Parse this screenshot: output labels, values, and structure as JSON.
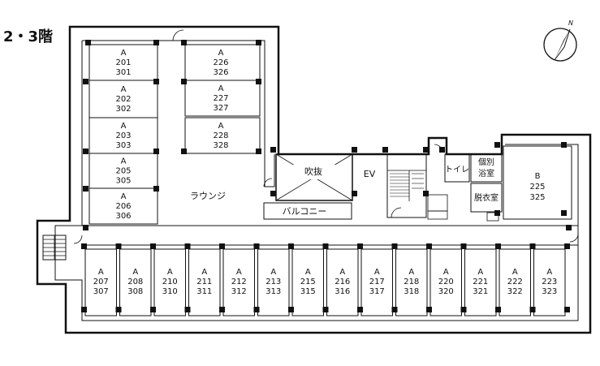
{
  "floor_label": "2・3階",
  "compass_label": "N",
  "labels": {
    "fukinuke": "吹抜",
    "ev": "EV",
    "toilet": "トイレ",
    "kobetsu_line1": "個別",
    "kobetsu_line2": "浴室",
    "datsuishitsu": "脱衣室",
    "lounge": "ラウンジ",
    "balcony": "バルコニー"
  },
  "rooms_left_column": [
    {
      "type": "A",
      "floor2": "201",
      "floor3": "301"
    },
    {
      "type": "A",
      "floor2": "202",
      "floor3": "302"
    },
    {
      "type": "A",
      "floor2": "203",
      "floor3": "303"
    },
    {
      "type": "A",
      "floor2": "205",
      "floor3": "305"
    },
    {
      "type": "A",
      "floor2": "206",
      "floor3": "306"
    }
  ],
  "rooms_middle_column": [
    {
      "type": "A",
      "floor2": "226",
      "floor3": "326"
    },
    {
      "type": "A",
      "floor2": "227",
      "floor3": "327"
    },
    {
      "type": "A",
      "floor2": "228",
      "floor3": "328"
    }
  ],
  "room_b": {
    "type": "B",
    "floor2": "225",
    "floor3": "325"
  },
  "rooms_bottom_row": [
    {
      "type": "A",
      "floor2": "207",
      "floor3": "307"
    },
    {
      "type": "A",
      "floor2": "208",
      "floor3": "308"
    },
    {
      "type": "A",
      "floor2": "210",
      "floor3": "310"
    },
    {
      "type": "A",
      "floor2": "211",
      "floor3": "311"
    },
    {
      "type": "A",
      "floor2": "212",
      "floor3": "312"
    },
    {
      "type": "A",
      "floor2": "213",
      "floor3": "313"
    },
    {
      "type": "A",
      "floor2": "215",
      "floor3": "315"
    },
    {
      "type": "A",
      "floor2": "216",
      "floor3": "316"
    },
    {
      "type": "A",
      "floor2": "217",
      "floor3": "317"
    },
    {
      "type": "A",
      "floor2": "218",
      "floor3": "318"
    },
    {
      "type": "A",
      "floor2": "220",
      "floor3": "320"
    },
    {
      "type": "A",
      "floor2": "221",
      "floor3": "321"
    },
    {
      "type": "A",
      "floor2": "222",
      "floor3": "322"
    },
    {
      "type": "A",
      "floor2": "223",
      "floor3": "323"
    }
  ]
}
